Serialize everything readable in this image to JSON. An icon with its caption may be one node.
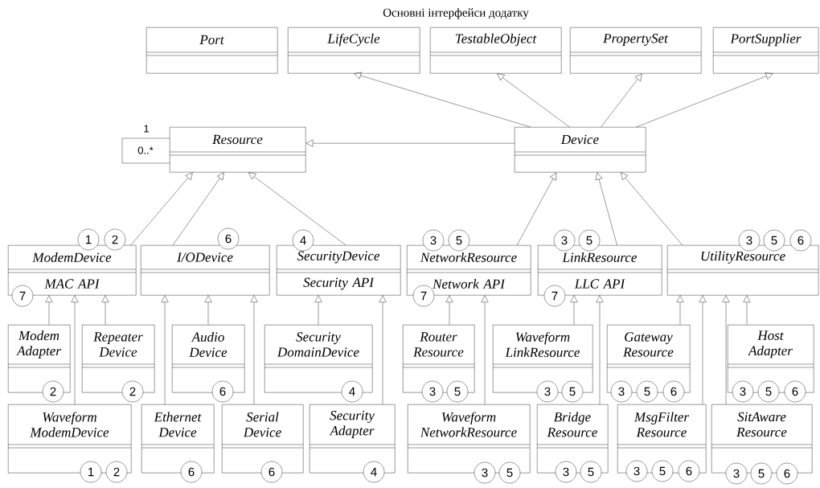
{
  "diagram": {
    "title": "Основні інтерфейси додатку",
    "nodes": [
      {
        "text": [
          "Port"
        ]
      },
      {
        "text": [
          "LifeCycle"
        ]
      },
      {
        "text": [
          "TestableObject"
        ]
      },
      {
        "text": [
          "PropertySet"
        ]
      },
      {
        "text": [
          "PortSupplier"
        ]
      },
      {
        "text": [
          "Resource"
        ]
      },
      {
        "text": [
          "Device"
        ]
      },
      {
        "text": [
          "1",
          "2",
          "ModemDevice",
          "MAC API",
          "7"
        ]
      },
      {
        "text": [
          "6",
          "I/ODevice"
        ]
      },
      {
        "text": [
          "4",
          "SecurityDevice",
          "Security API"
        ]
      },
      {
        "text": [
          "3",
          "5",
          "NetworkResource",
          "Network API",
          "7"
        ]
      },
      {
        "text": [
          "3",
          "5",
          "LinkResource",
          "LLC API",
          "7"
        ]
      },
      {
        "text": [
          "3",
          "5",
          "6",
          "UtilityResource"
        ]
      },
      {
        "text": [
          "Modem Adapter",
          "2"
        ]
      },
      {
        "text": [
          "Repeater Device",
          "2"
        ]
      },
      {
        "text": [
          "Audio Device",
          "6"
        ]
      },
      {
        "text": [
          "Security DomainDevice",
          "4"
        ]
      },
      {
        "text": [
          "Router Resource",
          "3",
          "5"
        ]
      },
      {
        "text": [
          "Waveform LinkResource",
          "3",
          "5"
        ]
      },
      {
        "text": [
          "Gateway Resource",
          "3",
          "5",
          "6"
        ]
      },
      {
        "text": [
          "Host Adapter",
          "3",
          "5",
          "6"
        ]
      },
      {
        "text": [
          "Waveform ModemDevice",
          "1",
          "2"
        ]
      },
      {
        "text": [
          "Ethernet Device",
          "6"
        ]
      },
      {
        "text": [
          "Serial Device",
          "6"
        ]
      },
      {
        "text": [
          "Security Adapter",
          "4"
        ]
      },
      {
        "text": [
          "Waveform NetworkResource",
          "3",
          "5"
        ]
      },
      {
        "text": [
          "Bridge Resource",
          "3",
          "5"
        ]
      },
      {
        "text": [
          "MsgFilter Resource",
          "3",
          "5",
          "6"
        ]
      },
      {
        "text": [
          "SitAware Resource",
          "3",
          "5",
          "6"
        ]
      }
    ],
    "edges": [
      {
        "from": 6,
        "to": 1,
        "arrow": "to"
      },
      {
        "from": 6,
        "to": 2,
        "arrow": "to"
      },
      {
        "from": 6,
        "to": 3,
        "arrow": "to"
      },
      {
        "from": 6,
        "to": 4,
        "arrow": "to"
      },
      {
        "from": 6,
        "to": 5,
        "arrow": "to"
      },
      {
        "from": 5,
        "to": 5,
        "arrow": "none",
        "label": "0..*"
      },
      {
        "from": 7,
        "to": 5,
        "arrow": "to"
      },
      {
        "from": 8,
        "to": 5,
        "arrow": "to"
      },
      {
        "from": 9,
        "to": 5,
        "arrow": "to"
      },
      {
        "from": 10,
        "to": 6,
        "arrow": "to"
      },
      {
        "from": 11,
        "to": 6,
        "arrow": "to"
      },
      {
        "from": 12,
        "to": 6,
        "arrow": "to"
      },
      {
        "from": 13,
        "to": 7,
        "arrow": "to"
      },
      {
        "from": 21,
        "to": 7,
        "arrow": "to"
      },
      {
        "from": 14,
        "to": 7,
        "arrow": "to"
      },
      {
        "from": 22,
        "to": 8,
        "arrow": "to"
      },
      {
        "from": 15,
        "to": 8,
        "arrow": "to"
      },
      {
        "from": 23,
        "to": 8,
        "arrow": "to"
      },
      {
        "from": 16,
        "to": 9,
        "arrow": "to"
      },
      {
        "from": 24,
        "to": 9,
        "arrow": "to"
      },
      {
        "from": 17,
        "to": 10,
        "arrow": "to"
      },
      {
        "from": 25,
        "to": 10,
        "arrow": "to"
      },
      {
        "from": 18,
        "to": 11,
        "arrow": "to"
      },
      {
        "from": 26,
        "to": 11,
        "arrow": "to"
      },
      {
        "from": 19,
        "to": 12,
        "arrow": "to"
      },
      {
        "from": 27,
        "to": 12,
        "arrow": "to"
      },
      {
        "from": 28,
        "to": 12,
        "arrow": "to"
      },
      {
        "from": 20,
        "to": 12,
        "arrow": "to"
      }
    ],
    "labels": [
      "1"
    ]
  }
}
